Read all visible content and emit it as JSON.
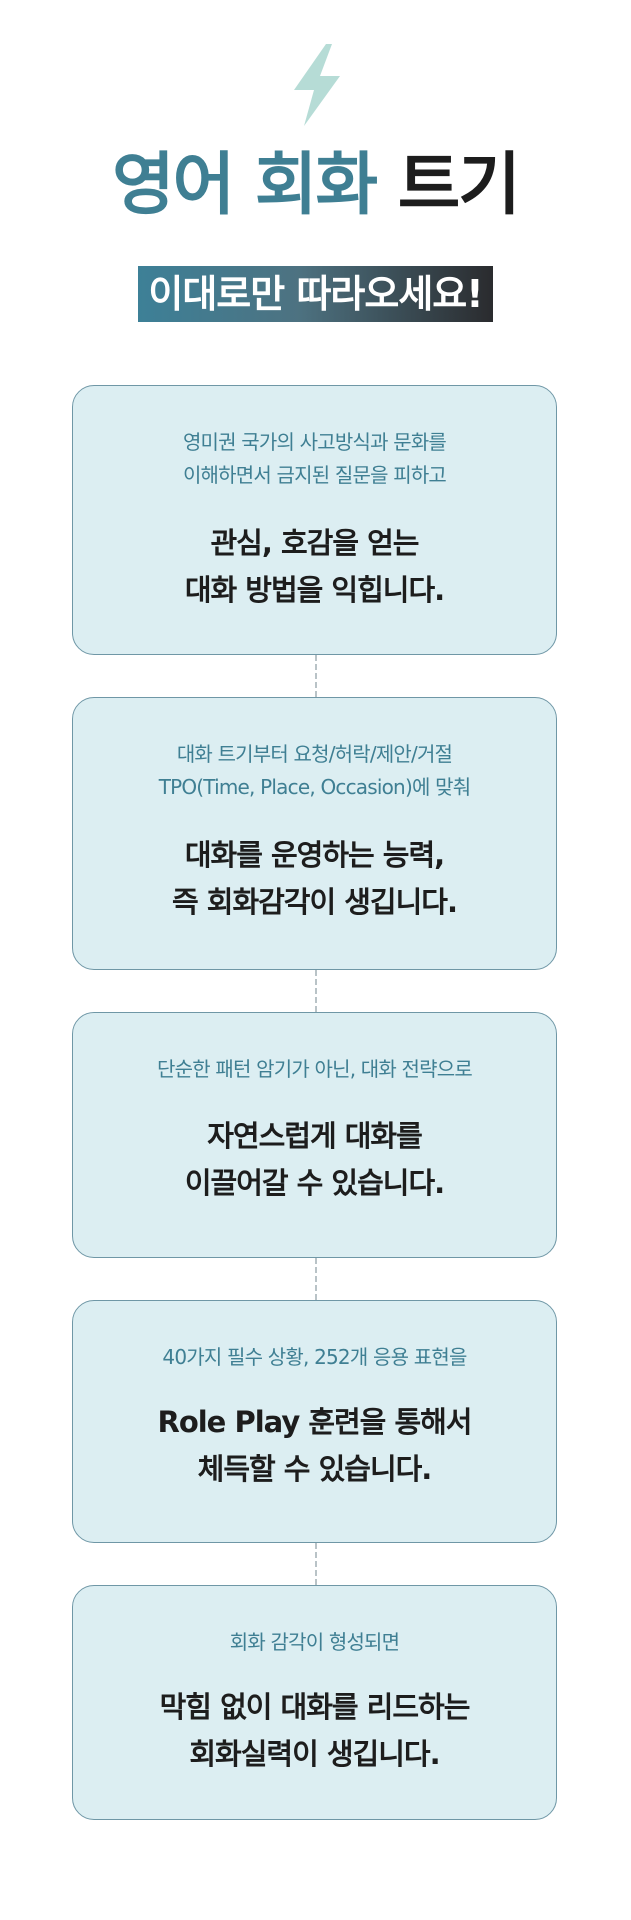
{
  "header": {
    "bolt_icon": "lightning-bolt-icon",
    "title_accent": "영어 회화",
    "title_dark": "트기",
    "banner": "이대로만 따라오세요!"
  },
  "colors": {
    "accent": "#3f7f93",
    "card_bg": "#dceef2",
    "card_border": "#6f97a6",
    "bolt": "#b6dcd6",
    "text_dark": "#1d1d1d"
  },
  "cards": [
    {
      "sub": [
        "영미권 국가의 사고방식과 문화를",
        "이해하면서 금지된 질문을 피하고"
      ],
      "main": [
        "관심, 호감을 얻는",
        "대화 방법을 익힙니다."
      ]
    },
    {
      "sub": [
        "대화 트기부터 요청/허락/제안/거절",
        "TPO(Time, Place, Occasion)에 맞춰"
      ],
      "main": [
        "대화를 운영하는 능력,",
        "즉 회화감각이 생깁니다."
      ]
    },
    {
      "sub": [
        "단순한 패턴 암기가 아닌, 대화 전략으로"
      ],
      "main": [
        "자연스럽게 대화를",
        "이끌어갈 수 있습니다."
      ]
    },
    {
      "sub": [
        "40가지 필수 상황, 252개 응용 표현을"
      ],
      "main": [
        "Role Play 훈련을 통해서",
        "체득할 수 있습니다."
      ]
    },
    {
      "sub": [
        "회화 감각이 형성되면"
      ],
      "main": [
        "막힘 없이 대화를 리드하는",
        "회화실력이 생깁니다."
      ]
    }
  ]
}
